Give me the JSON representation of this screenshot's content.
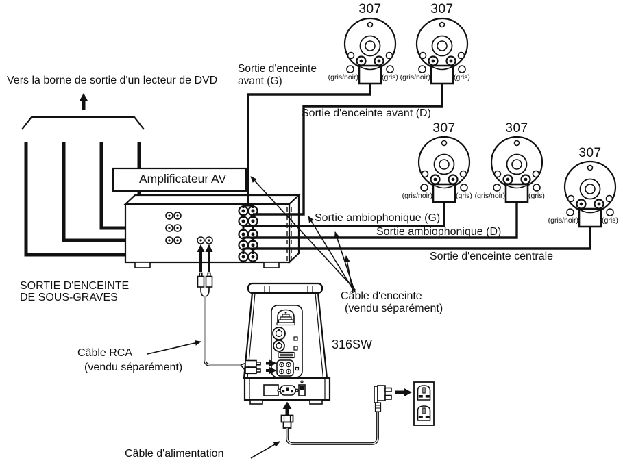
{
  "labels": {
    "dvd": "Vers la borne de sortie d'un lecteur de DVD",
    "amplifier": "Amplificateur AV",
    "front_g_line1": "Sortie d'enceinte",
    "front_g_line2": "avant (G)",
    "front_d": "Sortie d'enceinte avant (D)",
    "surround_g": "Sortie ambiophonique (G)",
    "surround_d": "Sortie ambiophonique (D)",
    "center": "Sortie d'enceinte centrale",
    "sw_line1": "SORTIE D'ENCEINTE",
    "sw_line2": "DE SOUS-GRAVES",
    "speaker_cable_line1": "Câble d'enceinte",
    "speaker_cable_line2": "(vendu séparément)",
    "rca_line1": "Câble RCA",
    "rca_line2": "(vendu séparément)",
    "power": "Câble d'alimentation",
    "subwoofer_model": "316SW"
  },
  "speakers": [
    {
      "model": "307",
      "neg": "(gris/noir)",
      "pos": "(gris)"
    },
    {
      "model": "307",
      "neg": "(gris/noir)",
      "pos": "(gris)"
    },
    {
      "model": "307",
      "neg": "(gris/noir)",
      "pos": "(gris)"
    },
    {
      "model": "307",
      "neg": "(gris/noir)",
      "pos": "(gris)"
    },
    {
      "model": "307",
      "neg": "(gris/noir)",
      "pos": "(gris)"
    }
  ],
  "colors": {
    "ink": "#111111",
    "background": "#ffffff"
  }
}
